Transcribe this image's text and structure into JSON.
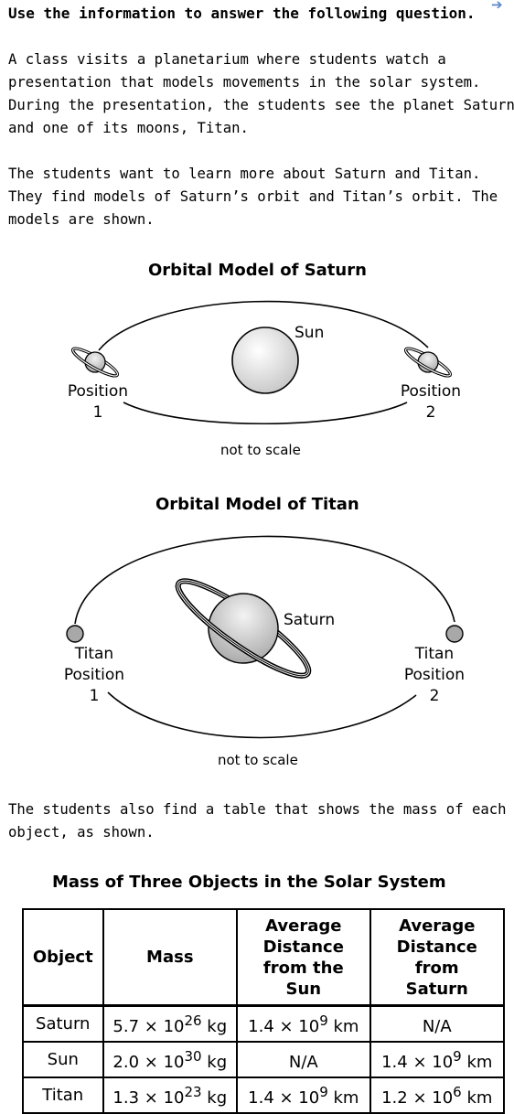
{
  "heading": "Use the information to answer the following question.",
  "intro_lines": [
    "A class visits a planetarium where students watch a",
    "presentation that models movements in the solar system.",
    "During the presentation, the students see the planet Saturn",
    "and one of its moons, Titan."
  ],
  "models_lines": [
    "The students want to learn more about Saturn and Titan.",
    "They find models of Saturn’s orbit and Titan’s orbit. The",
    "models are shown."
  ],
  "saturn_model": {
    "title": "Orbital Model of Saturn",
    "sun_label": "Sun",
    "position1": [
      "Position",
      "1"
    ],
    "position2": [
      "Position",
      "2"
    ],
    "note": "not to scale"
  },
  "titan_model": {
    "title": "Orbital Model of Titan",
    "saturn_label": "Saturn",
    "position1": [
      "Titan",
      "Position",
      "1"
    ],
    "position2": [
      "Titan",
      "Position",
      "2"
    ],
    "note": "not to scale"
  },
  "table_intro_lines": [
    "The students also find a table that shows the mass of each",
    "object, as shown."
  ],
  "table": {
    "title": "Mass of Three Objects in the Solar System",
    "headers": {
      "object": "Object",
      "mass": "Mass",
      "dist_sun": [
        "Average",
        "Distance",
        "from the",
        "Sun"
      ],
      "dist_saturn": [
        "Average",
        "Distance",
        "from",
        "Saturn"
      ]
    },
    "rows": [
      {
        "object": "Saturn",
        "mass": "5.7 × 10",
        "mass_exp": "26",
        "mass_unit": " kg",
        "dist_sun": "1.4 × 10",
        "dist_sun_exp": "9",
        "dist_sun_unit": " km",
        "dist_saturn": "N/A",
        "dist_saturn_exp": "",
        "dist_saturn_unit": ""
      },
      {
        "object": "Sun",
        "mass": "2.0 × 10",
        "mass_exp": "30",
        "mass_unit": " kg",
        "dist_sun": "N/A",
        "dist_sun_exp": "",
        "dist_sun_unit": "",
        "dist_saturn": "1.4 × 10",
        "dist_saturn_exp": "9",
        "dist_saturn_unit": " km"
      },
      {
        "object": "Titan",
        "mass": "1.3 × 10",
        "mass_exp": "23",
        "mass_unit": " kg",
        "dist_sun": "1.4 × 10",
        "dist_sun_exp": "9",
        "dist_sun_unit": " km",
        "dist_saturn": "1.2 × 10",
        "dist_saturn_exp": "6",
        "dist_saturn_unit": " km"
      }
    ]
  }
}
